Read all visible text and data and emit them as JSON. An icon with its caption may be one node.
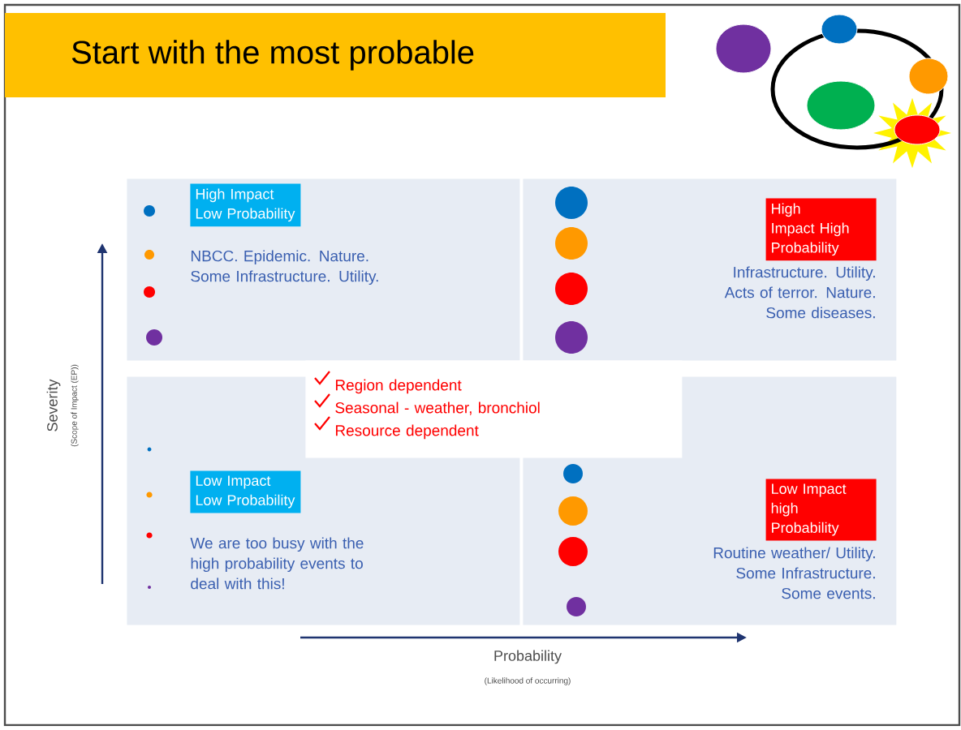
{
  "diagram": {
    "title": "Start with the most probable",
    "nodes": [
      {
        "text": [],
        "shape": "circle"
      },
      {
        "text": [],
        "shape": "circle"
      },
      {
        "text": [],
        "shape": "circle"
      },
      {
        "text": [],
        "shape": "circle"
      },
      {
        "text": [],
        "shape": "circle"
      },
      {
        "text": [
          "High Impact Low Probability",
          "NBCC. Epidemic. Nature. Some Infrastructure. Utility."
        ]
      },
      {
        "text": [
          "High Impact High Probability",
          "Infrastructure. Utility. Acts of terror. Nature. Some diseases."
        ]
      },
      {
        "text": [
          "Region dependent",
          "Seasonal - weather, bronchiol",
          "Resource dependent"
        ]
      },
      {
        "text": [
          "Low Impact Low Probability",
          "We are too busy with the high probability events to deal with this!"
        ]
      },
      {
        "text": [
          "Low Impact high Probability",
          "Routine weather/ Utility. Some Infrastructure. Some events."
        ]
      }
    ],
    "labels": [
      "Severity",
      "(Scope of Impact (EP))",
      "Probability",
      "(Likelihood of occurring)"
    ]
  }
}
